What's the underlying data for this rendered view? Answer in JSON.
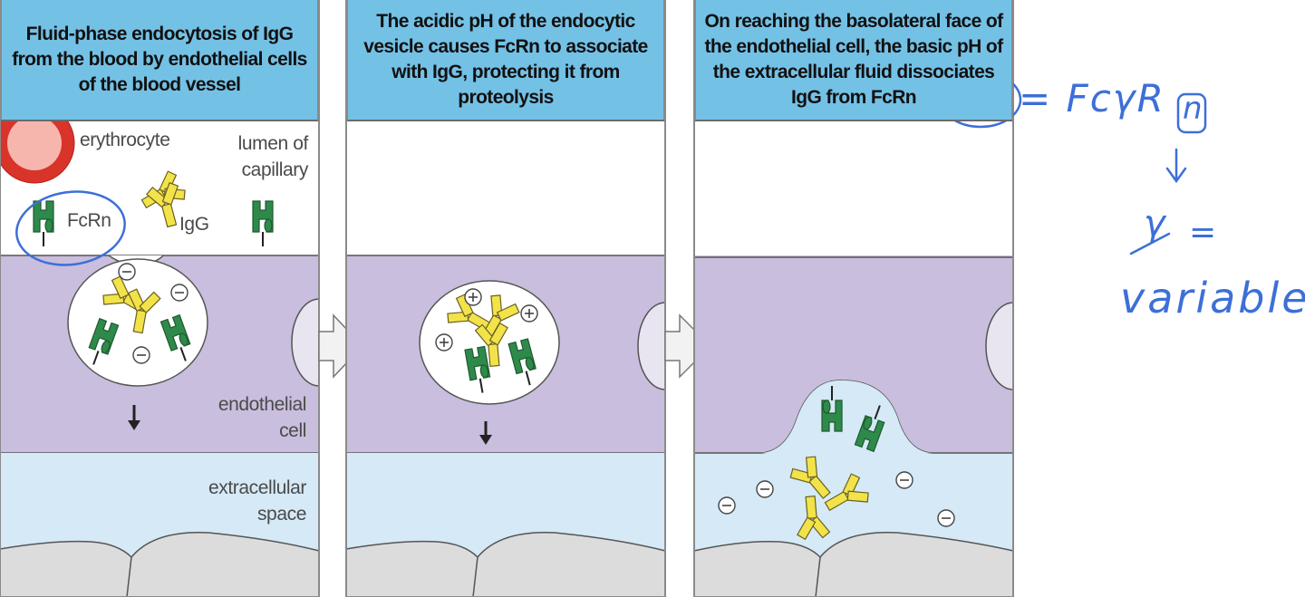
{
  "panels": [
    {
      "caption": "Fluid-phase endocytosis of IgG from the blood by endothelial cells of the blood vessel"
    },
    {
      "caption": "The acidic pH of the endocytic vesicle causes FcRn to associate with IgG, protecting it from proteolysis"
    },
    {
      "caption": "On reaching the basolateral face of the endothelial cell, the basic pH of the extracellular fluid dissociates IgG from FcRn"
    }
  ],
  "labels": {
    "erythrocyte": "erythrocyte",
    "lumen_line1": "lumen of",
    "lumen_line2": "capillary",
    "fcrn": "FcRn",
    "igg": "IgG",
    "endothelial_line1": "endothelial",
    "endothelial_line2": "cell",
    "extracellular_line1": "extracellular",
    "extracellular_line2": "space"
  },
  "annotation": {
    "equation": "= FcγR",
    "boxed_letter": "n",
    "gamma_symbol": "γ",
    "equals": "=",
    "word": "variable"
  },
  "colors": {
    "header": "#74c1e6",
    "cell": "#c9bedd",
    "extracellular": "#d5e9f6",
    "fcrn": "#2e8a4a",
    "igg": "#f2e34a",
    "handwriting": "#3d6fd8"
  }
}
